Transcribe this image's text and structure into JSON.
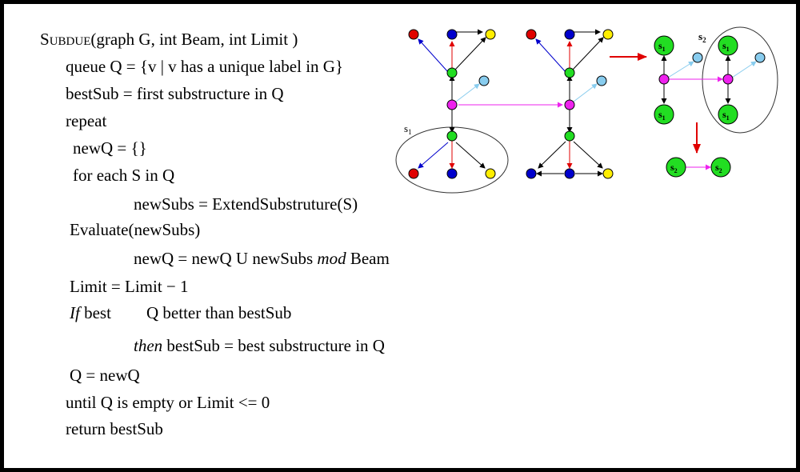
{
  "colors": {
    "red": "#e00000",
    "blue": "#0000cc",
    "yellow": "#ffee00",
    "green": "#22dd22",
    "magenta": "#ee22ee",
    "lightblue": "#88ccee",
    "black": "#000000"
  },
  "algorithm": {
    "header": {
      "name_initial": "S",
      "name_rest": "UBDUE",
      "params": "(graph G, int Beam, int Limit )"
    },
    "lines": [
      "queue Q = {v | v has a unique label in G}",
      "bestSub = first substructure in Q",
      "repeat",
      "newQ = {}",
      "for each S in Q",
      "newSubs = ExtendSubstruture(S)",
      "Evaluate(newSubs)"
    ],
    "beam_line": {
      "before": "newQ = newQ U newSubs ",
      "italic": "mod",
      "after": " Beam"
    },
    "limit_line": "Limit = Limit − 1",
    "if_line": {
      "italic": "If",
      "text1": " best",
      "text2": "Q better than bestSub"
    },
    "then_line": {
      "italic": "then",
      "text": " bestSub = best substructure in Q"
    },
    "tail": [
      "Q = newQ",
      "until Q is empty or Limit <= 0",
      "return bestSub"
    ]
  },
  "diagram": {
    "label_s1_main": "s",
    "label_s1_main_sub": "1",
    "label_s2_main": "s",
    "label_s2_main_sub": "2",
    "node_s1": "s",
    "node_s1_sub": "1",
    "node_s2": "s",
    "node_s2_sub": "2"
  }
}
